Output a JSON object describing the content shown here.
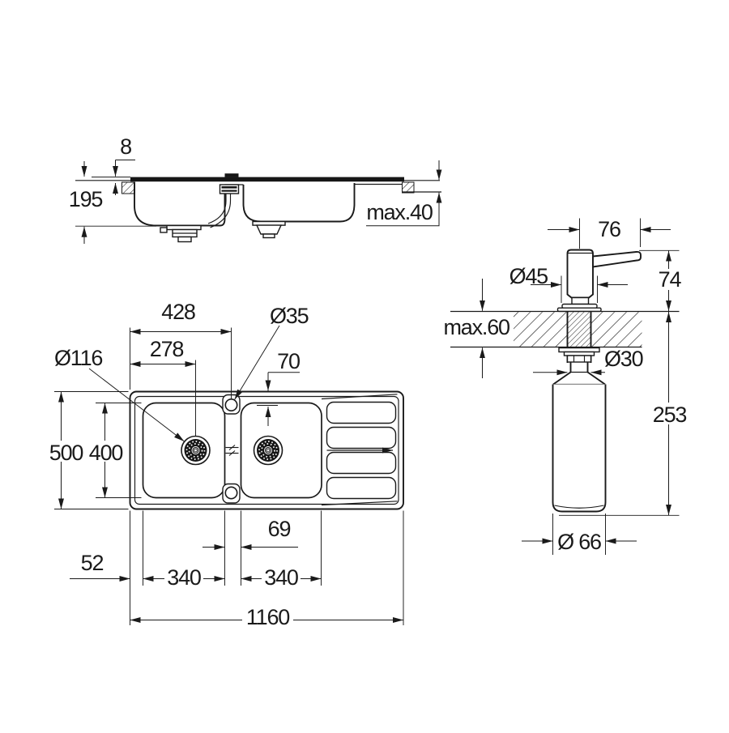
{
  "colors": {
    "line": "#1a1a1a",
    "background": "#ffffff"
  },
  "side_view": {
    "labels": {
      "rim_height": "8",
      "bowl_depth": "195",
      "max_counter": "max.40"
    }
  },
  "top_view": {
    "labels": {
      "tap_offset": "428",
      "tap_hole_diameter": "Ø35",
      "drain_offset": "278",
      "tap_edge_distance": "70",
      "drain_diameter": "Ø116",
      "overall_width": "500",
      "bowl_width_inner": "400",
      "center_gap": "69",
      "edge_offset": "52",
      "left_bowl_length": "340",
      "right_bowl_length": "340",
      "overall_length": "1160"
    }
  },
  "dispenser_view": {
    "labels": {
      "spout_reach": "76",
      "head_diameter": "Ø45",
      "height_above_counter": "74",
      "max_counter": "max.60",
      "shank_diameter": "Ø30",
      "depth_below_counter": "253",
      "bottle_diameter": "Ø 66"
    }
  }
}
